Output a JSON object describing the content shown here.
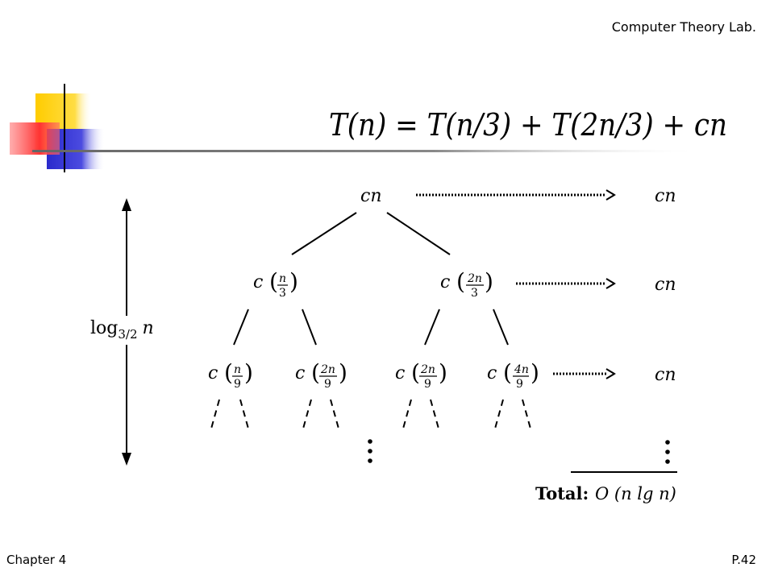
{
  "header": {
    "lab": "Computer Theory Lab."
  },
  "footer": {
    "chapter": "Chapter 4",
    "page": "P.42"
  },
  "recurrence": "T(n) = T(n/3) + T(2n/3) + cn",
  "height_label": {
    "base": "log",
    "sub": "3/2",
    "arg": "n"
  },
  "tree": {
    "root": "cn",
    "level1": [
      {
        "c": "c",
        "num": "n",
        "den": "3"
      },
      {
        "c": "c",
        "num": "2n",
        "den": "3"
      }
    ],
    "level2": [
      {
        "c": "c",
        "num": "n",
        "den": "9"
      },
      {
        "c": "c",
        "num": "2n",
        "den": "9"
      },
      {
        "c": "c",
        "num": "2n",
        "den": "9"
      },
      {
        "c": "c",
        "num": "4n",
        "den": "9"
      }
    ]
  },
  "level_sums": [
    "cn",
    "cn",
    "cn"
  ],
  "total": {
    "label": "Total:",
    "value": "O (n lg n)"
  },
  "colors": {
    "yellow": "#ffcc00",
    "blue": "#3333cc",
    "red": "#ff3333",
    "line": "#000000"
  }
}
